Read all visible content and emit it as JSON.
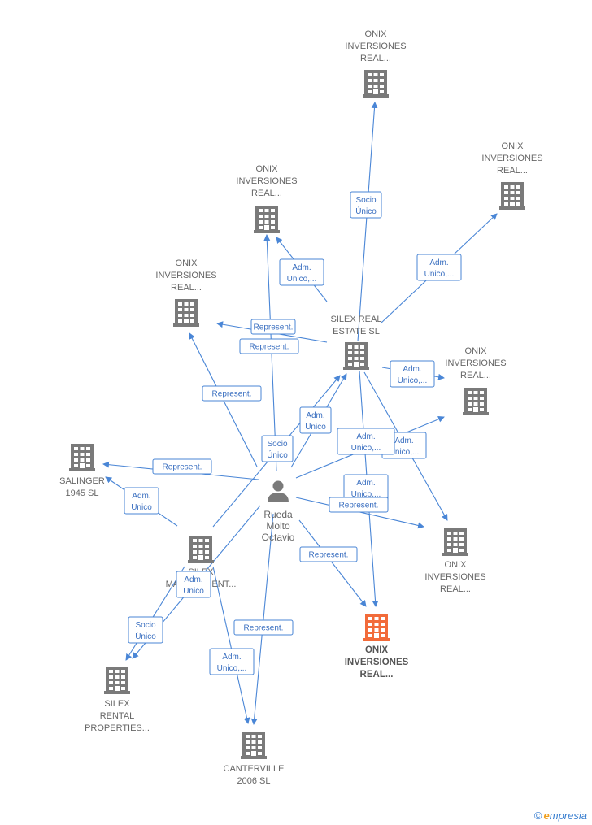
{
  "colors": {
    "edge": "#4a86d6",
    "building": "#7a7a7a",
    "highlight": "#f26b3a",
    "person": "#7a7a7a"
  },
  "person": {
    "lines": [
      "Rueda",
      "Molto",
      "Octavio"
    ]
  },
  "nodes": [
    {
      "id": "onix_top",
      "lines": [
        "ONIX",
        "INVERSIONES",
        "REAL..."
      ]
    },
    {
      "id": "onix_right_top",
      "lines": [
        "ONIX",
        "INVERSIONES",
        "REAL..."
      ]
    },
    {
      "id": "onix_mid_top",
      "lines": [
        "ONIX",
        "INVERSIONES",
        "REAL..."
      ]
    },
    {
      "id": "onix_left",
      "lines": [
        "ONIX",
        "INVERSIONES",
        "REAL..."
      ]
    },
    {
      "id": "silex_real",
      "lines": [
        "SILEX REAL",
        "ESTATE  SL"
      ]
    },
    {
      "id": "onix_right_mid",
      "lines": [
        "ONIX",
        "INVERSIONES",
        "REAL..."
      ]
    },
    {
      "id": "salinger",
      "lines": [
        "SALINGER",
        "1945 SL"
      ]
    },
    {
      "id": "silex_man",
      "lines": [
        "SILEX",
        "MANAGEMENT..."
      ]
    },
    {
      "id": "onix_right_low",
      "lines": [
        "ONIX",
        "INVERSIONES",
        "REAL..."
      ]
    },
    {
      "id": "onix_main",
      "lines": [
        "ONIX",
        "INVERSIONES",
        "REAL..."
      ]
    },
    {
      "id": "silex_rental",
      "lines": [
        "SILEX",
        "RENTAL",
        "PROPERTIES..."
      ]
    },
    {
      "id": "canterville",
      "lines": [
        "CANTERVILLE",
        "2006 SL"
      ]
    }
  ],
  "edge_labels": [
    {
      "lines": [
        "Socio",
        "Único"
      ]
    },
    {
      "lines": [
        "Adm.",
        "Unico,..."
      ]
    },
    {
      "lines": [
        "Adm.",
        "Unico,..."
      ]
    },
    {
      "lines": [
        "Adm.",
        "Unico,..."
      ]
    },
    {
      "lines": [
        "Adm.",
        "Unico,..."
      ]
    },
    {
      "lines": [
        "Represent."
      ]
    },
    {
      "lines": [
        "Represent."
      ]
    },
    {
      "lines": [
        "Adm.",
        "Unico"
      ]
    },
    {
      "lines": [
        "Socio",
        "Único"
      ]
    },
    {
      "lines": [
        "Represent."
      ]
    },
    {
      "lines": [
        "Adm.",
        "Unico,..."
      ]
    },
    {
      "lines": [
        "Adm.",
        "Unico"
      ]
    },
    {
      "lines": [
        "Represent."
      ]
    },
    {
      "lines": [
        "Adm.",
        "Unico,..."
      ]
    },
    {
      "lines": [
        "Represent."
      ]
    },
    {
      "lines": [
        "Represent."
      ]
    },
    {
      "lines": [
        "Adm.",
        "Unico"
      ]
    },
    {
      "lines": [
        "Socio",
        "Único"
      ]
    },
    {
      "lines": [
        "Represent."
      ]
    },
    {
      "lines": [
        "Adm.",
        "Unico,..."
      ]
    },
    {
      "lines": [
        "Adm.",
        "Unico,..."
      ]
    }
  ],
  "brand": {
    "copyright": "©",
    "e": "e",
    "rest": "mpresia"
  }
}
